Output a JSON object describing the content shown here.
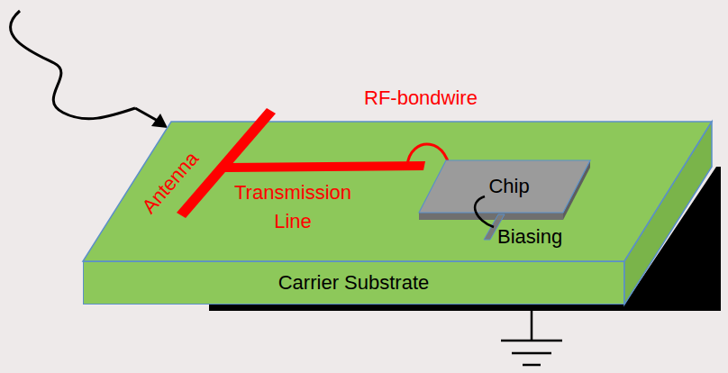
{
  "diagram": {
    "nodes": [
      {
        "text": [
          "Carrier Substrate"
        ]
      },
      {
        "text": [
          "Chip"
        ]
      }
    ],
    "labels": [
      "Antenna",
      "Transmission Line",
      "RF-bondwire",
      "Biasing"
    ]
  }
}
